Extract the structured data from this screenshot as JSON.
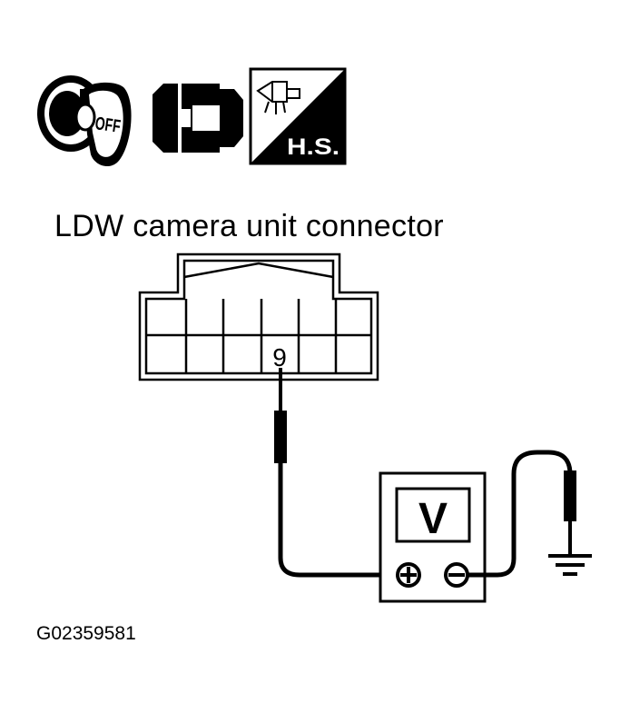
{
  "diagram": {
    "title": "LDW camera unit connector",
    "figure_code": "G02359581",
    "pin_number": "9",
    "meter_label": "V",
    "meter_positive": "+",
    "meter_negative": "−",
    "icons": {
      "ignition": {
        "name": "ignition-key-off-icon",
        "text": "OFF"
      },
      "connector": {
        "name": "disconnected-connector-icon"
      },
      "harness": {
        "name": "harness-side-icon",
        "text": "H.S."
      }
    }
  }
}
